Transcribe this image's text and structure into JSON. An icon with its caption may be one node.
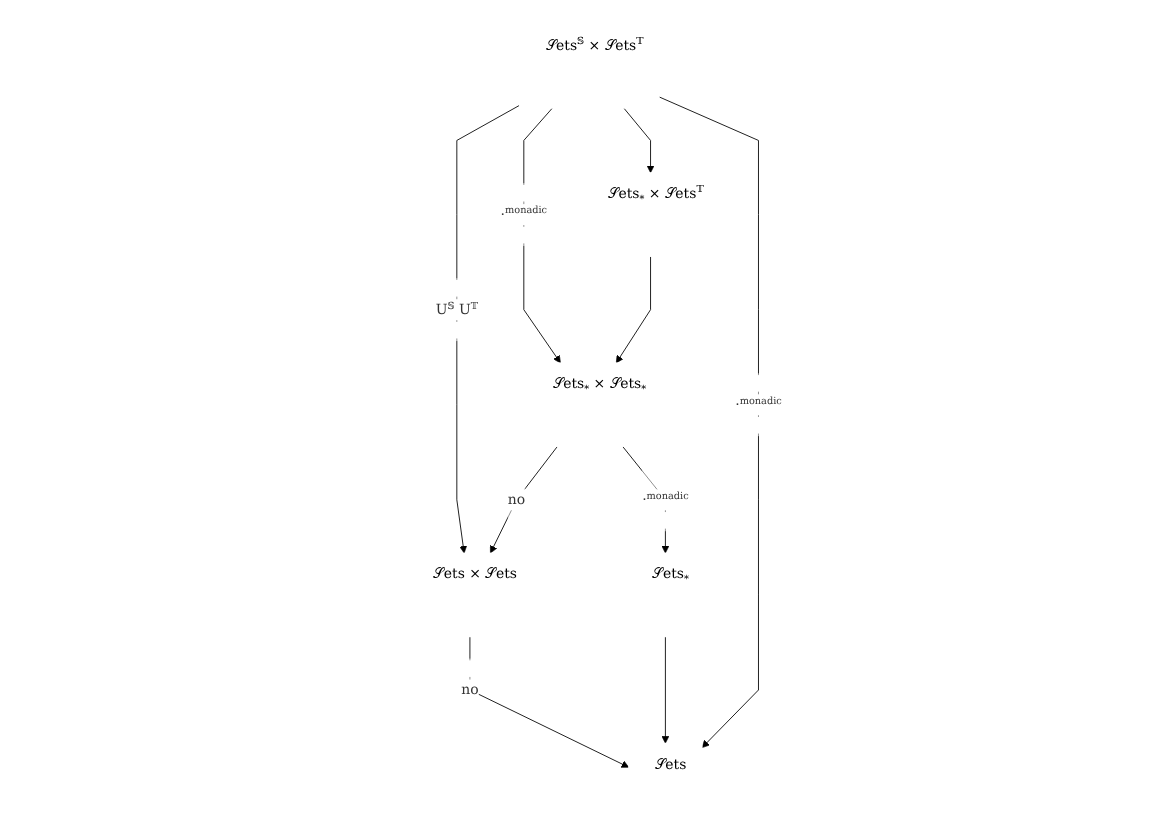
{
  "diagram": {
    "nodes": [
      {
        "text": [
          "𝒮ets$^{𝕊}$ × 𝒮ets$^{𝕋}$"
        ]
      },
      {
        "text": [
          "𝒮ets$_{*}$ × 𝒮ets$^{𝕋}$"
        ]
      },
      {
        "text": [
          "𝒮ets × 𝒮ets"
        ]
      },
      {
        "text": [
          "𝒮ets$_{*}$ × 𝒮ets$_{*}$"
        ]
      },
      {
        "text": [
          "𝒮ets"
        ]
      },
      {
        "text": [
          "𝒮ets$_{*}$"
        ]
      }
    ],
    "edges": [
      {
        "from": 0,
        "to": 1,
        "arrow": "to"
      },
      {
        "from": 0,
        "to": 2,
        "arrow": "to",
        "label": "U$^{𝕊}$ U$^{𝕋}$"
      },
      {
        "from": 0,
        "to": 3,
        "arrow": "to",
        "label": "·$^{monadic}$"
      },
      {
        "from": 1,
        "to": 3,
        "arrow": "to"
      },
      {
        "from": 3,
        "to": 2,
        "arrow": "to",
        "label": "no"
      },
      {
        "from": 2,
        "to": 4,
        "arrow": "to",
        "label": "no"
      },
      {
        "from": 3,
        "to": 5,
        "arrow": "to",
        "label": "·$^{monadic}$"
      },
      {
        "from": 5,
        "to": 4,
        "arrow": "to"
      },
      {
        "from": 0,
        "to": 4,
        "arrow": "to",
        "label": "·$^{monadic}$"
      }
    ]
  }
}
